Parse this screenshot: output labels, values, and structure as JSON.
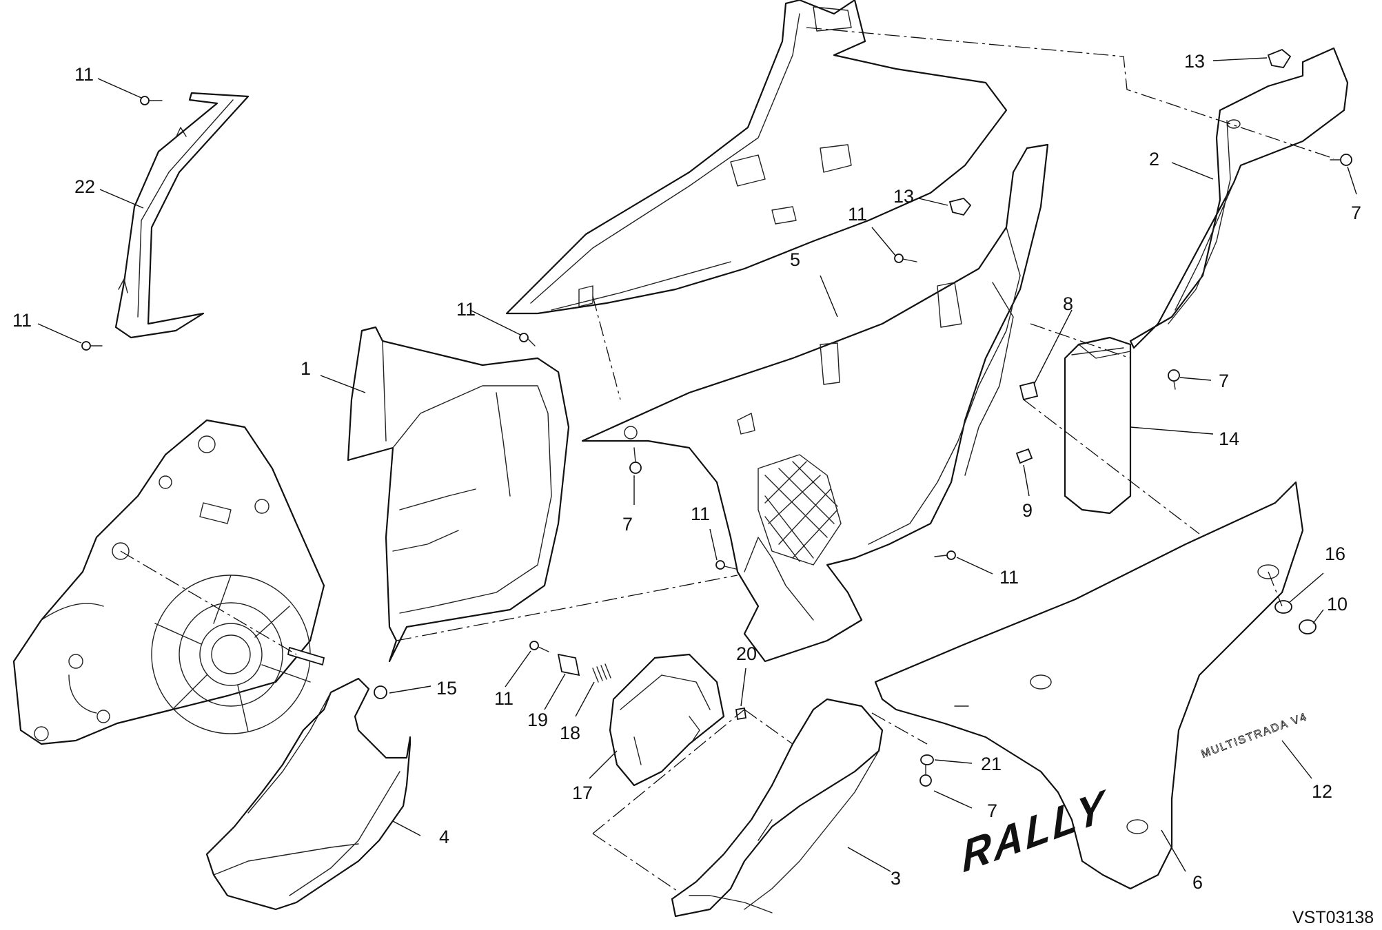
{
  "drawing_code": "VST03138",
  "callouts": {
    "c1": "1",
    "c2": "2",
    "c3": "3",
    "c4": "4",
    "c5": "5",
    "c6": "6",
    "c7": "7",
    "c8": "8",
    "c9": "9",
    "c10": "10",
    "c11": "11",
    "c12": "12",
    "c13": "13",
    "c14": "14",
    "c15": "15",
    "c16": "16",
    "c17": "17",
    "c18": "18",
    "c19": "19",
    "c20": "20",
    "c21": "21",
    "c22": "22"
  },
  "decal_text": {
    "model": "MULTISTRADA V4",
    "name": "RALLY"
  }
}
